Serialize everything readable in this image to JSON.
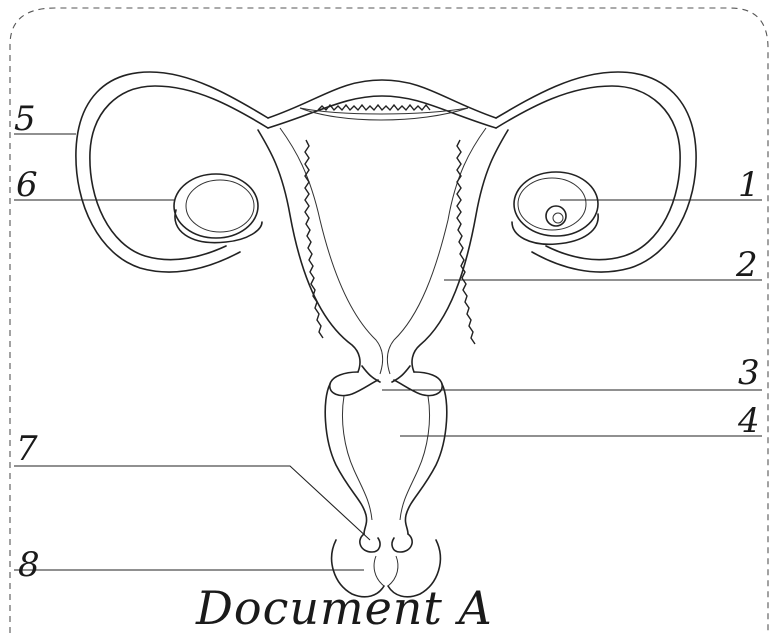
{
  "document": {
    "caption": "Document A"
  },
  "labels": [
    {
      "id": "label-1",
      "text": "1"
    },
    {
      "id": "label-2",
      "text": "2"
    },
    {
      "id": "label-3",
      "text": "3"
    },
    {
      "id": "label-4",
      "text": "4"
    },
    {
      "id": "label-5",
      "text": "5"
    },
    {
      "id": "label-6",
      "text": "6"
    },
    {
      "id": "label-7",
      "text": "7"
    },
    {
      "id": "label-8",
      "text": "8"
    }
  ],
  "colors": {
    "ink": "#222222",
    "border": "#555555",
    "background": "#ffffff"
  }
}
